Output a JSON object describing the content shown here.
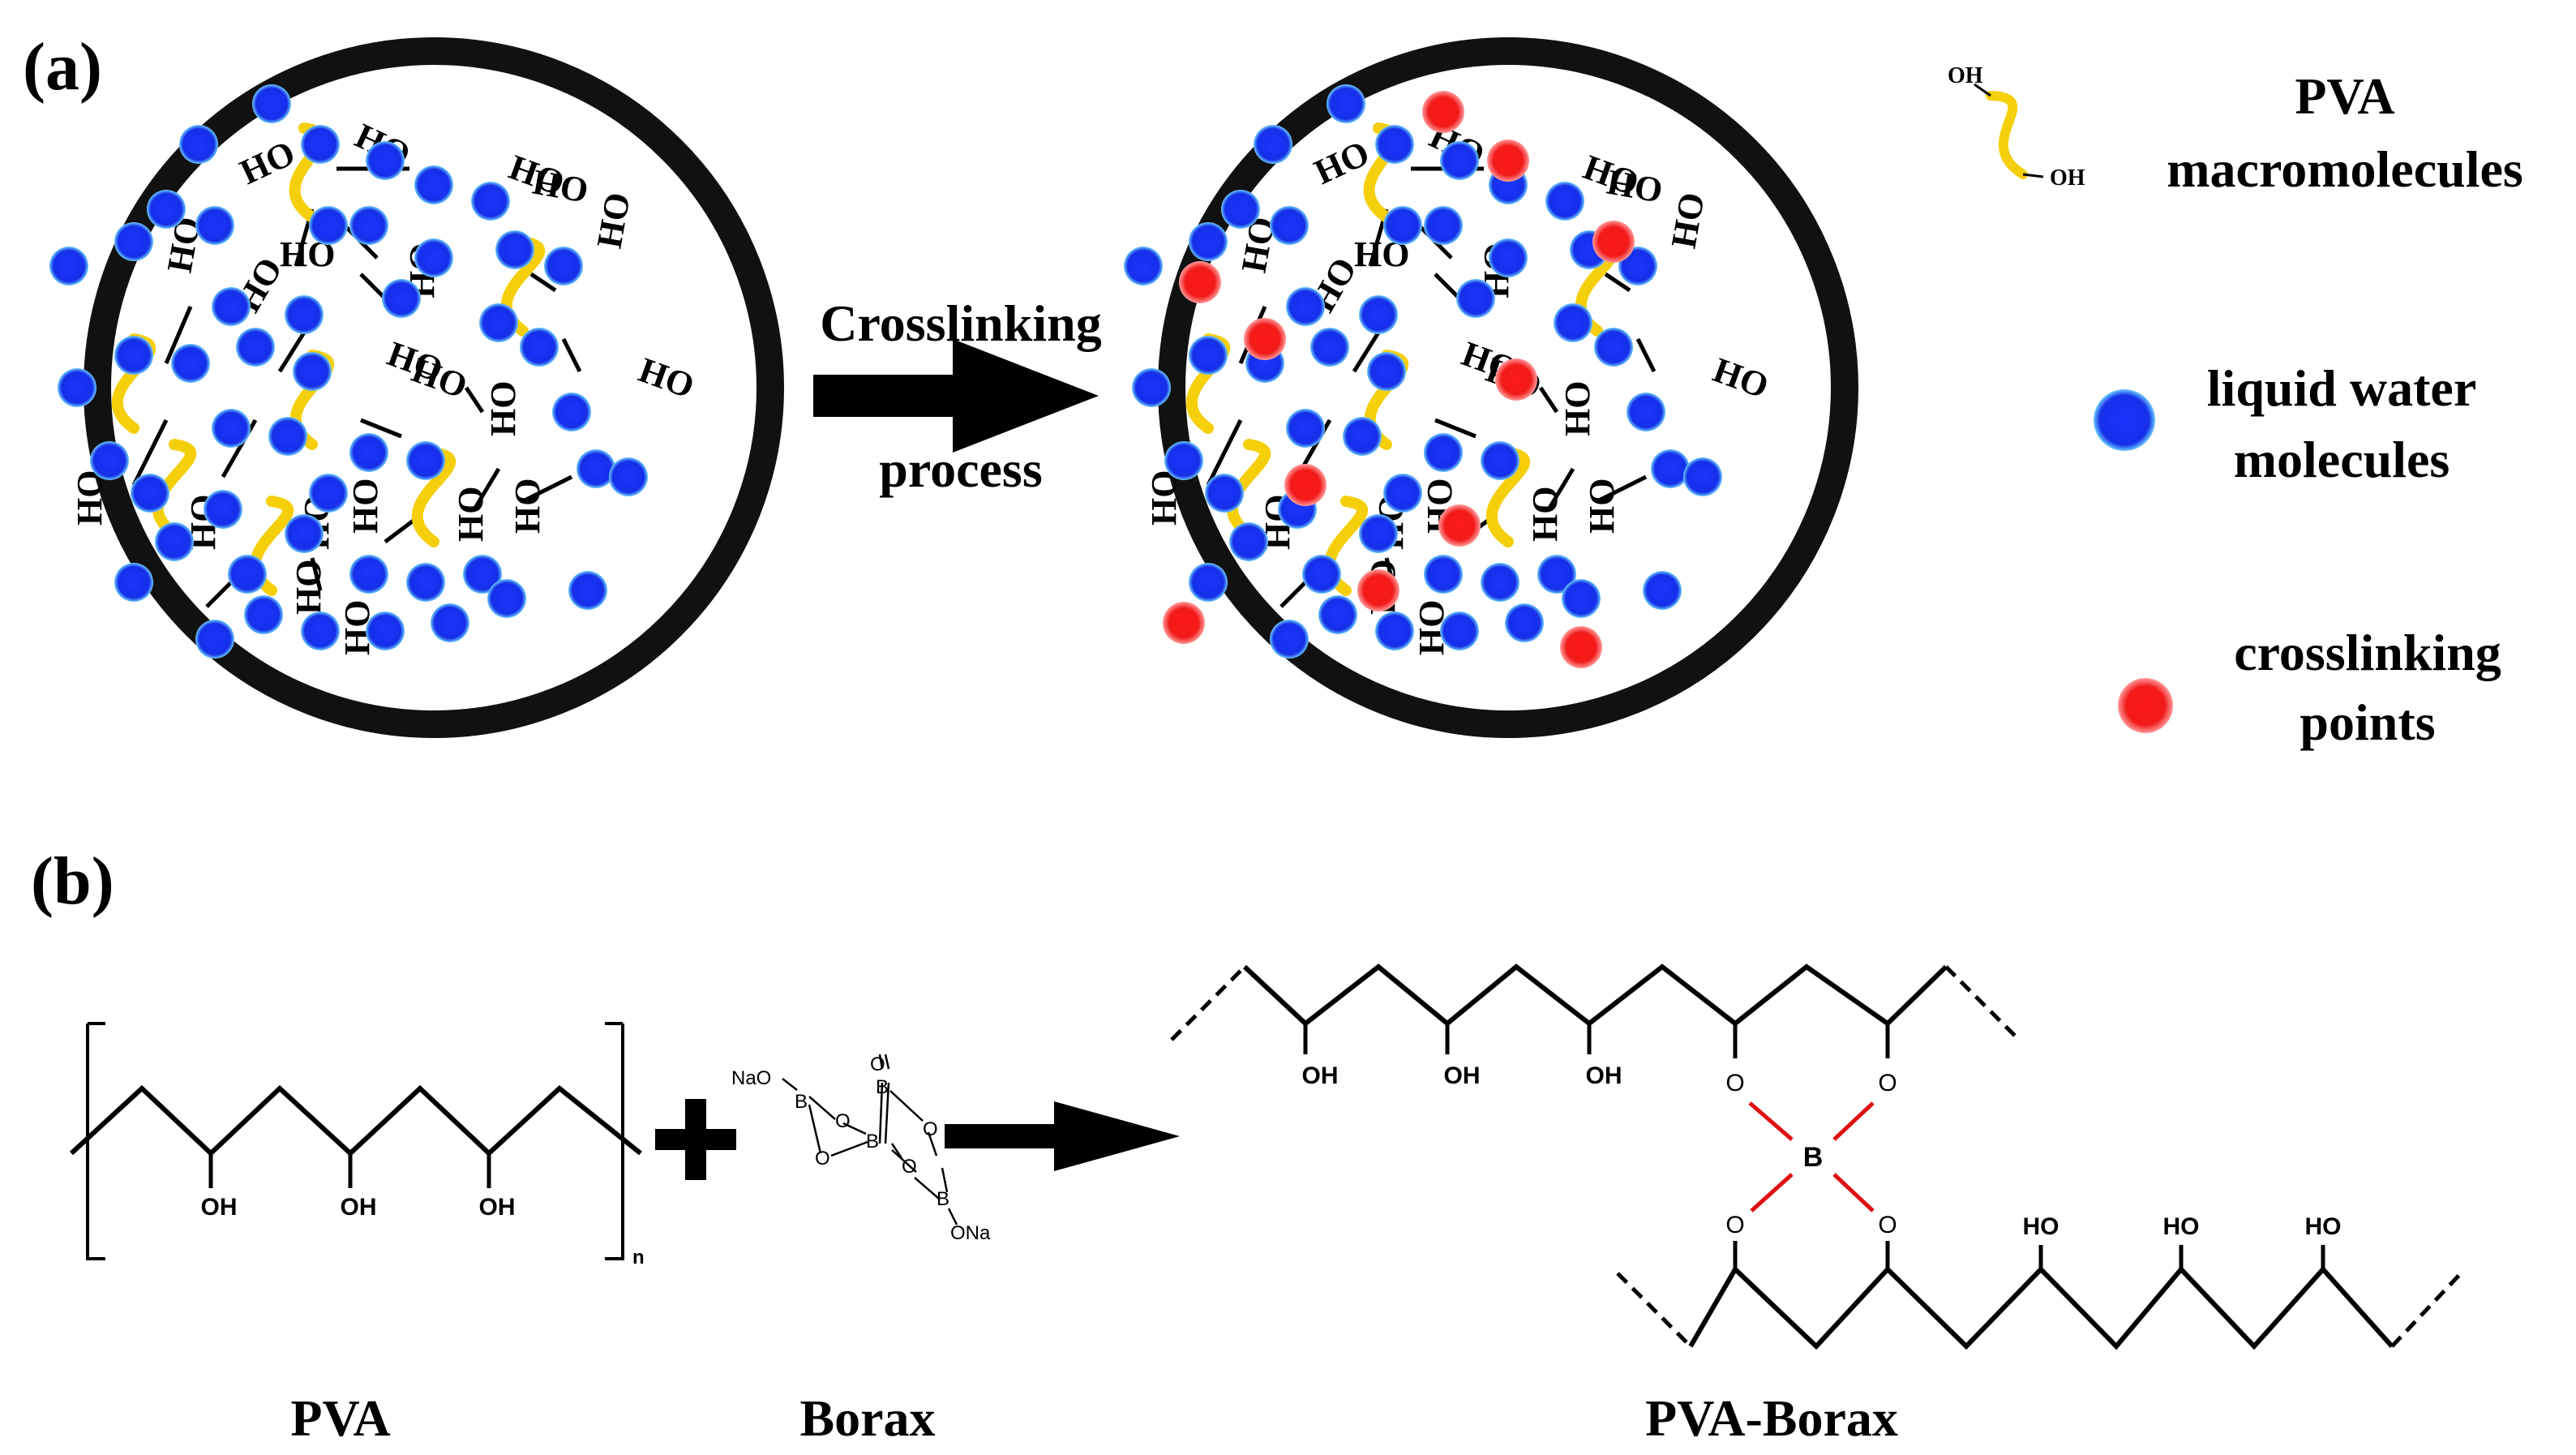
{
  "panel_a": {
    "label": "(a)",
    "arrow_label_line1": "Crosslinking",
    "arrow_label_line2": "process",
    "group_label": "HO",
    "legend": {
      "pva_line1": "PVA",
      "pva_line2": "macromolecules",
      "pva_icon_top": "OH",
      "pva_icon_bottom": "OH",
      "water_line1": "liquid water",
      "water_line2": "molecules",
      "cross_line1": "crosslinking",
      "cross_line2": "points"
    }
  },
  "panel_b": {
    "label": "(b)",
    "pva_name": "PVA",
    "borax_name": "Borax",
    "product_name": "PVA-Borax",
    "subscript_n": "n",
    "plus": "+",
    "oh": "OH",
    "ho": "HO",
    "o": "O",
    "b": "B",
    "nao": "NaO",
    "ona": "ONa"
  },
  "colors": {
    "water": "#1530e8",
    "crosslink": "#e81818",
    "pva_chain": "#f5cf0a",
    "bond": "#000000",
    "boron_bond": "#e01010"
  }
}
